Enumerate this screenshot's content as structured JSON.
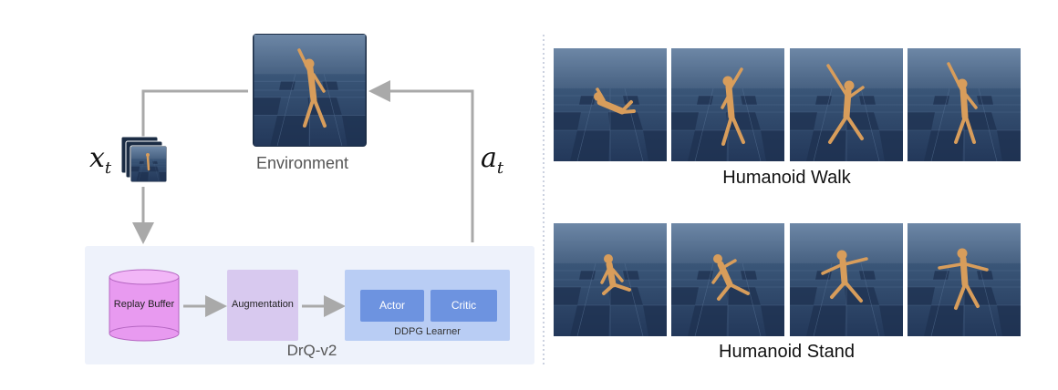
{
  "diagram": {
    "environment_label": "Environment",
    "observation_symbol": "x",
    "observation_subscript": "t",
    "action_symbol": "a",
    "action_subscript": "t",
    "replay_buffer": "Replay Buffer",
    "augmentation": "Augmentation",
    "actor": "Actor",
    "critic": "Critic",
    "learner": "DDPG Learner",
    "algorithm": "DrQ-v2"
  },
  "results": {
    "walk_caption": "Humanoid Walk",
    "stand_caption": "Humanoid Stand"
  },
  "colors": {
    "panel_bg": "#eef2fb",
    "buffer_fill": "#e89af0",
    "augment_fill": "#d8c9ef",
    "learner_bg": "#b9cdf4",
    "module_fill": "#6d93e0",
    "arrow": "#a9a9a9",
    "floor": "#2c4868",
    "humanoid": "#d89d5b"
  }
}
